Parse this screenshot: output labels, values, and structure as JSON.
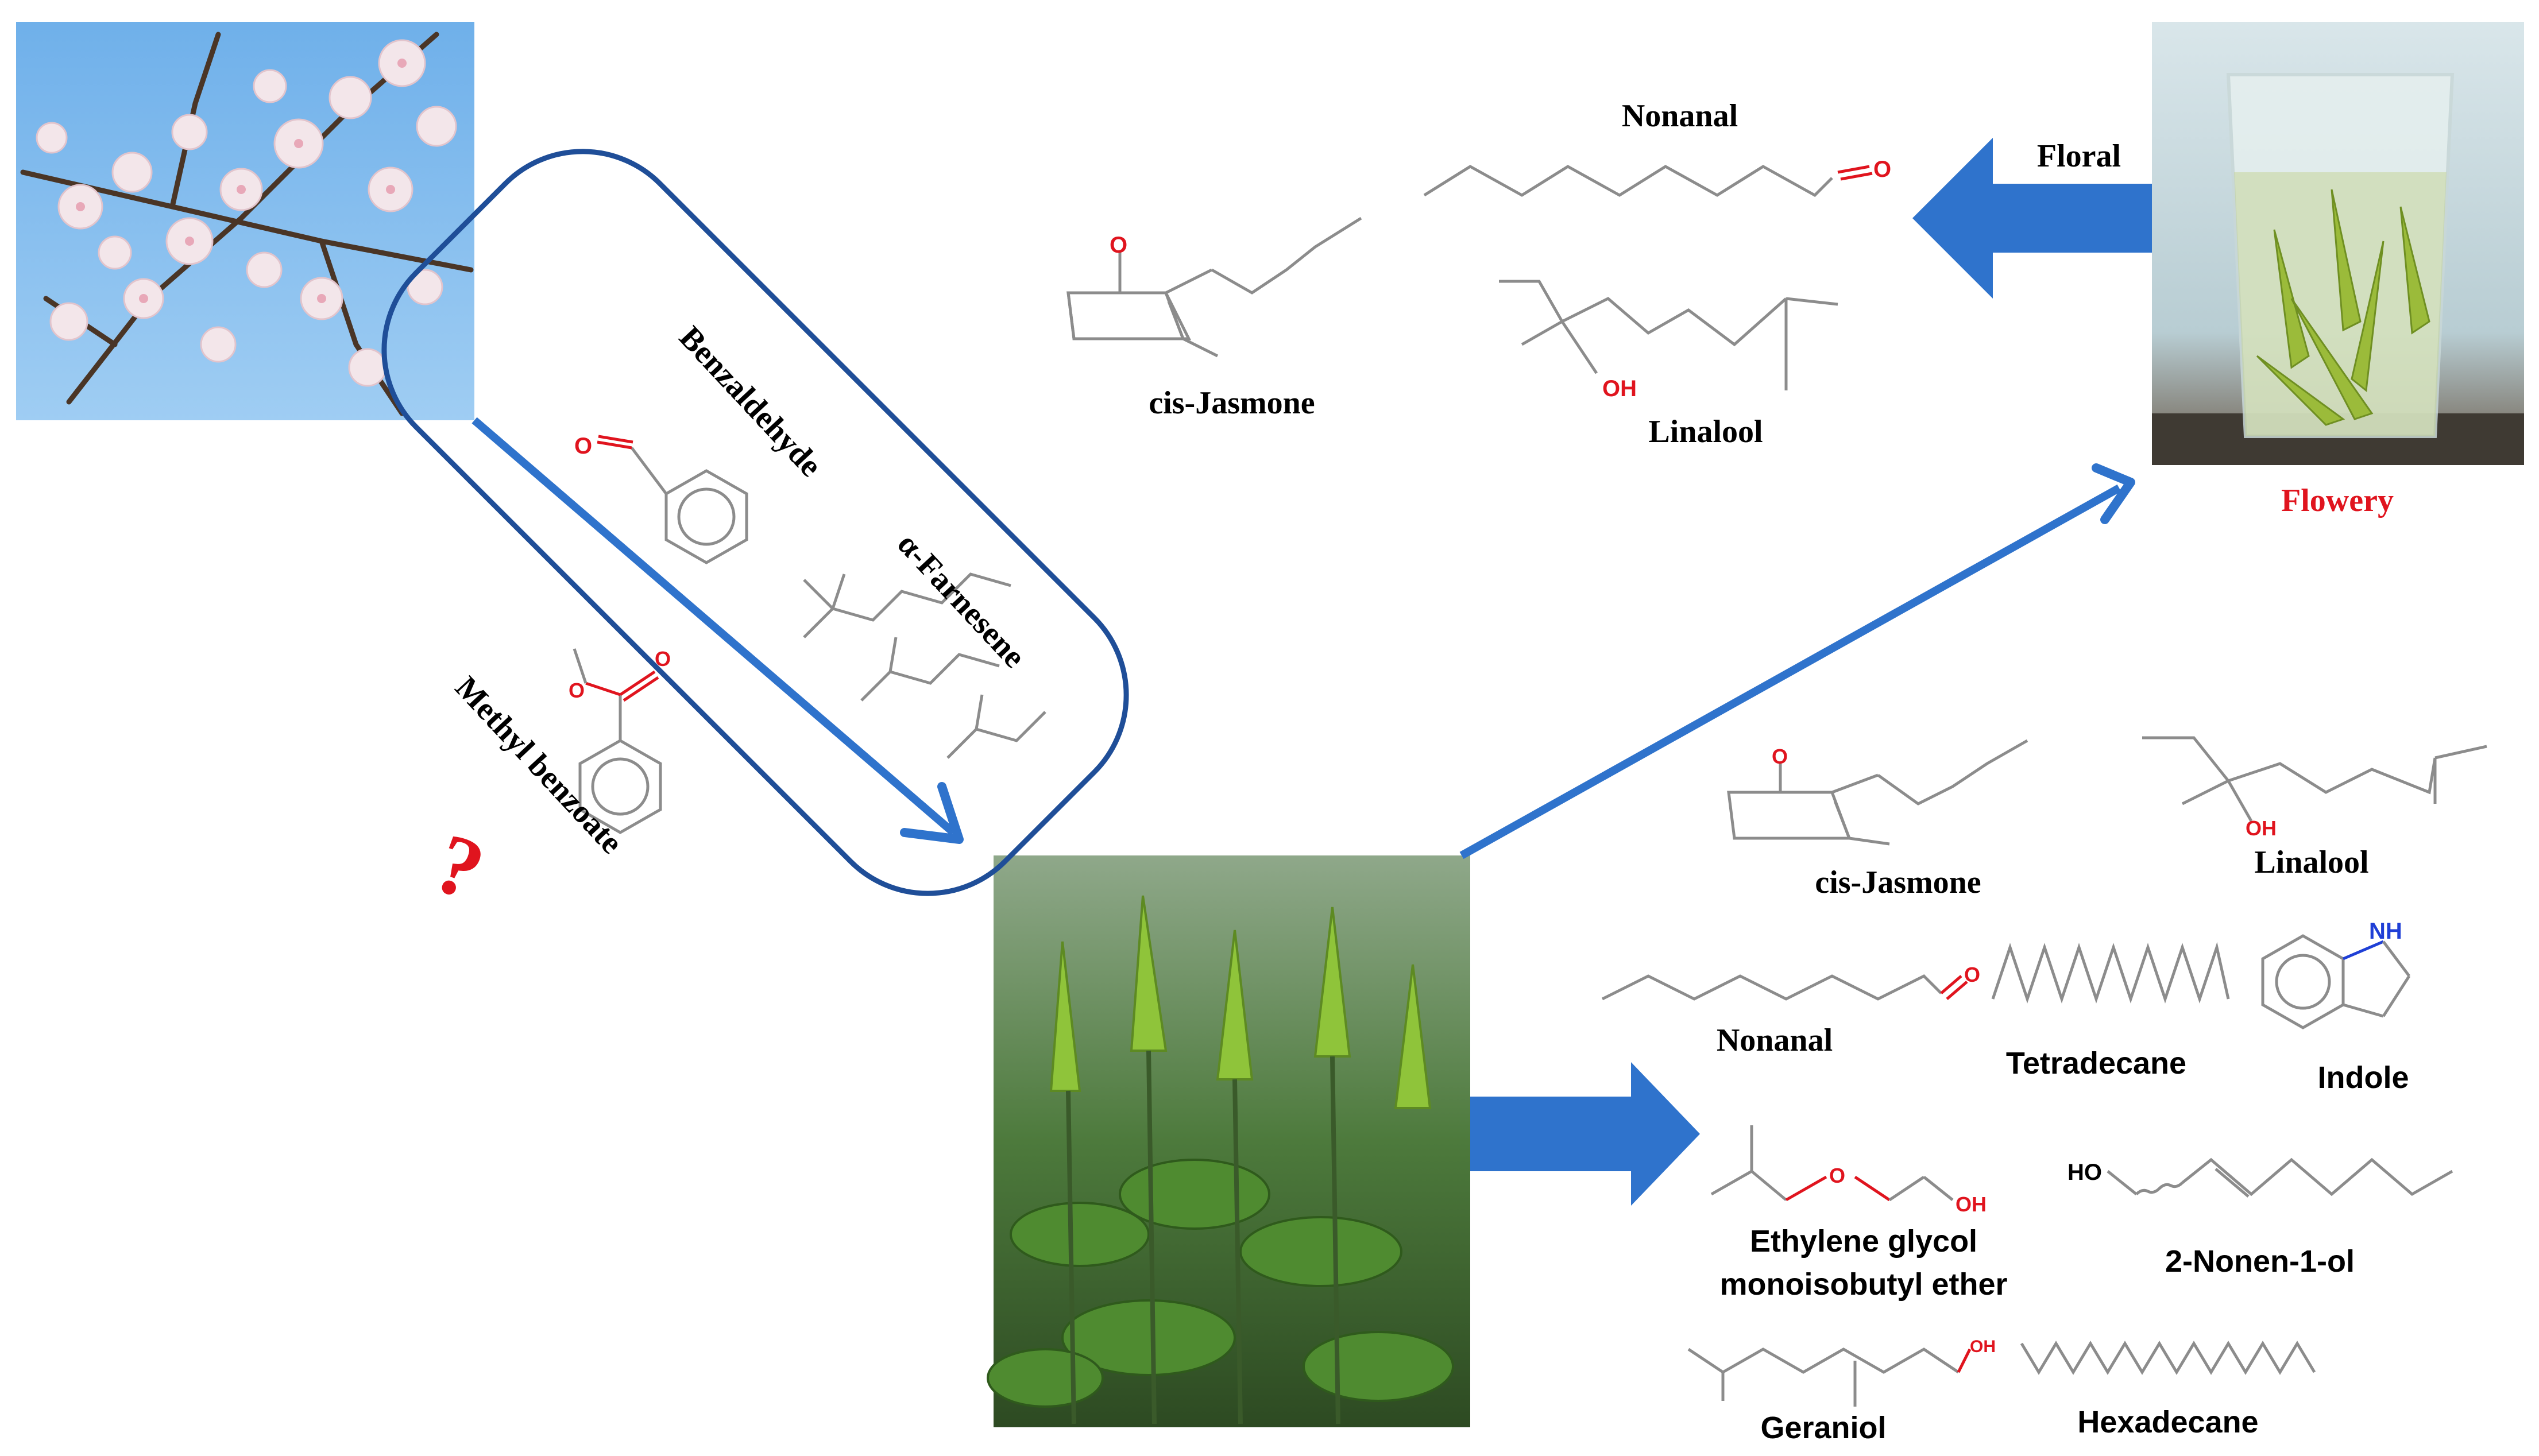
{
  "colors": {
    "arrow_blue": "#2f73cc",
    "box_blue": "#1f4e98",
    "mol_gray": "#8c8c8c",
    "oxygen_red": "#e0141e",
    "nitrogen_blue": "#1f3fd6",
    "flowery_red": "#e0141e",
    "question_red": "#e0141e"
  },
  "photos": {
    "cherry_blossom": "cherry-blossom-photo",
    "tea_cup": "tea-infusion-photo",
    "tea_plant": "tea-plant-photo"
  },
  "box": {
    "molecules": {
      "benzaldehyde": "Benzaldehyde",
      "farnesene": "α-Farnesene",
      "methyl_benzoate": "Methyl benzoate"
    },
    "question_mark": "?"
  },
  "top_group": {
    "arrow_label": "Floral",
    "cup_caption": "Flowery",
    "molecules": {
      "nonanal": "Nonanal",
      "cis_jasmone": "cis-Jasmone",
      "linalool": "Linalool"
    }
  },
  "bottom_group": {
    "molecules": {
      "cis_jasmone": "cis-Jasmone",
      "linalool": "Linalool",
      "nonanal": "Nonanal",
      "tetradecane": "Tetradecane",
      "indole": "Indole",
      "ethylene_glycol_line1": "Ethylene glycol",
      "ethylene_glycol_line2": "monoisobutyl ether",
      "nonenol": "2-Nonen-1-ol",
      "geraniol": "Geraniol",
      "hexadecane": "Hexadecane"
    }
  },
  "atoms": {
    "oxygen": "O",
    "hydroxyl": "OH",
    "hydroxyl_left": "HO",
    "imine": "NH"
  }
}
